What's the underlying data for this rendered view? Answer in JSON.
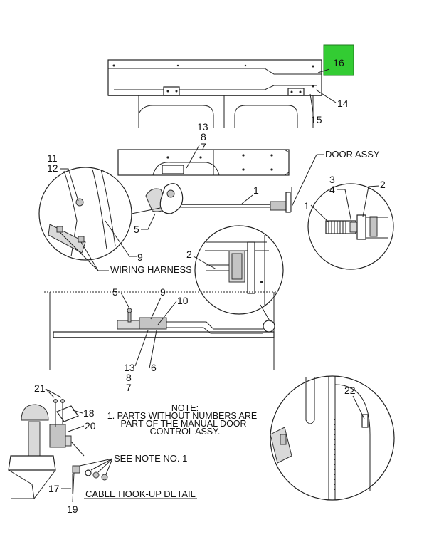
{
  "callouts": {
    "c16": "16",
    "c14": "14",
    "c15": "15",
    "c13a": "13",
    "c8a": "8",
    "c7a": "7",
    "c11": "11",
    "c12": "12",
    "c1a": "1",
    "c1b": "1",
    "c2a": "2",
    "c3": "3",
    "c4": "4",
    "c5a": "5",
    "c9a": "9",
    "c2b": "2",
    "c5b": "5",
    "c9b": "9",
    "c10": "10",
    "c13b": "13",
    "c6": "6",
    "c8b": "8",
    "c7b": "7",
    "c21": "21",
    "c18": "18",
    "c20": "20",
    "c17": "17",
    "c19": "19",
    "c22": "22"
  },
  "labels": {
    "door_assy": "DOOR ASSY",
    "wiring_harness": "WIRING HARNESS",
    "see_note": "SEE NOTE NO. 1",
    "cable_detail": "CABLE HOOK-UP DETAIL"
  },
  "note": {
    "title": "NOTE:",
    "line1": "1. PARTS WITHOUT NUMBERS ARE",
    "line2": "PART OF THE MANUAL DOOR",
    "line3": "CONTROL ASSY."
  },
  "colors": {
    "highlight": "#33cc33"
  }
}
